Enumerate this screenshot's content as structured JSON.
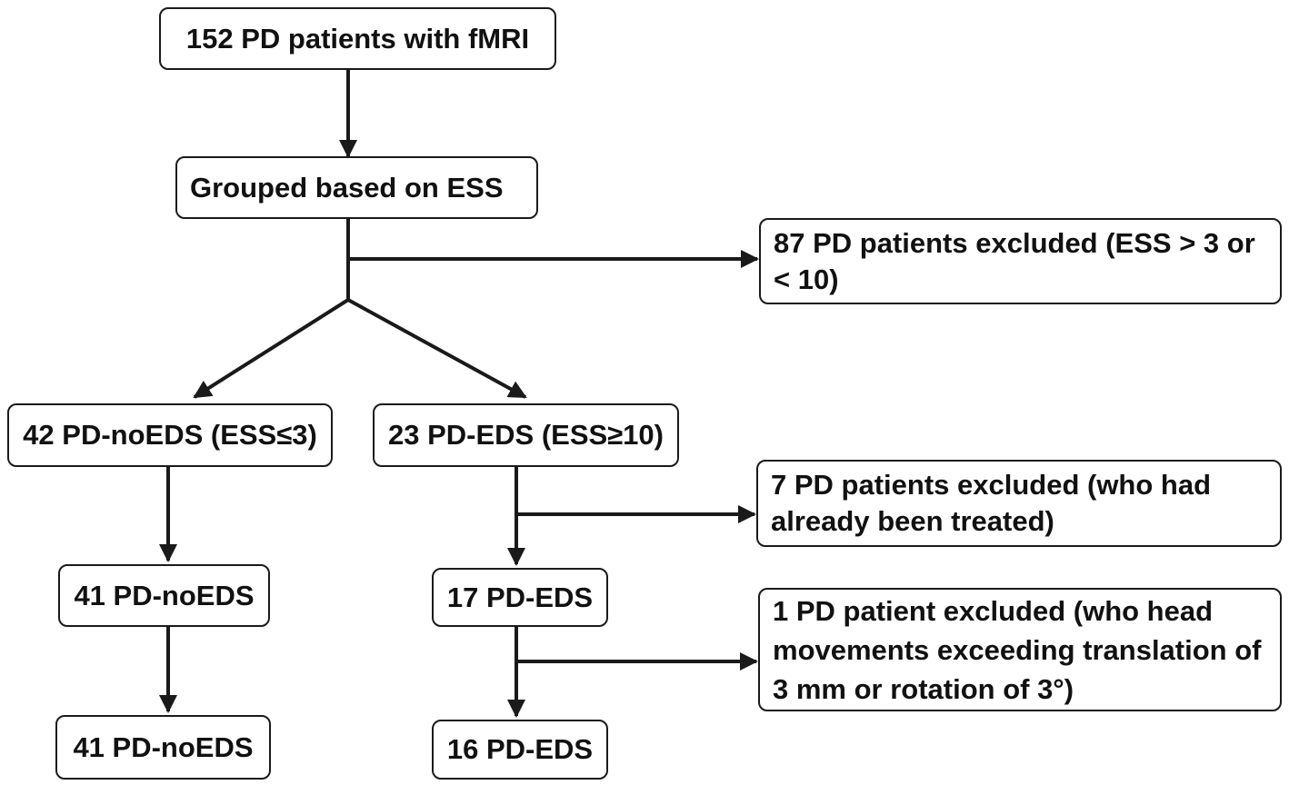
{
  "boxes": {
    "start": "152 PD patients with fMRI",
    "grouped": "Grouped based on ESS",
    "excluded_ess": "87 PD patients excluded  (ESS > 3 or < 10)",
    "noeds_initial": "42 PD-noEDS (ESS≤3)",
    "eds_initial": "23 PD-EDS (ESS≥10)",
    "excluded_treated": "7 PD patients excluded (who had already been treated)",
    "noeds_mid": "41 PD-noEDS",
    "eds_mid": "17 PD-EDS",
    "excluded_motion": "1 PD patient excluded (who head movements exceeding translation of 3 mm or rotation of 3°)",
    "noeds_final": "41 PD-noEDS",
    "eds_final": "16 PD-EDS"
  },
  "colors": {
    "stroke": "#1a1a1a",
    "text": "#111111",
    "background": "#ffffff"
  }
}
